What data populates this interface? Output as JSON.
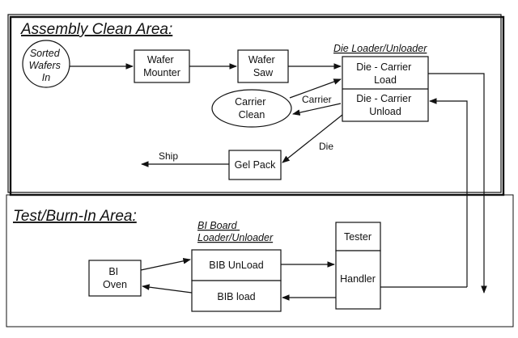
{
  "assembly_area": {
    "title": "Assembly Clean Area:",
    "sorted_wafers_in": [
      "Sorted",
      "Wafers",
      "In"
    ],
    "wafer_mounter": [
      "Wafer",
      "Mounter"
    ],
    "wafer_saw": [
      "Wafer",
      "Saw"
    ],
    "die_loader_title": "Die Loader/Unloader",
    "die_carrier_load": [
      "Die - Carrier",
      "Load"
    ],
    "die_carrier_unload": [
      "Die - Carrier",
      "Unload"
    ],
    "carrier_clean": [
      "Carrier",
      "Clean"
    ],
    "carrier_label": "Carrier",
    "die_label": "Die",
    "gel_pack": "Gel Pack",
    "ship_label": "Ship"
  },
  "test_area": {
    "title": "Test/Burn-In Area:",
    "bi_board_title": [
      "BI Board",
      "Loader/Unloader"
    ],
    "bi_oven": [
      "BI",
      "Oven"
    ],
    "bib_unload": "BIB UnLoad",
    "bib_load": "BIB load",
    "tester": "Tester",
    "handler": "Handler"
  },
  "colors": {
    "line": "#111111",
    "background": "#ffffff"
  }
}
